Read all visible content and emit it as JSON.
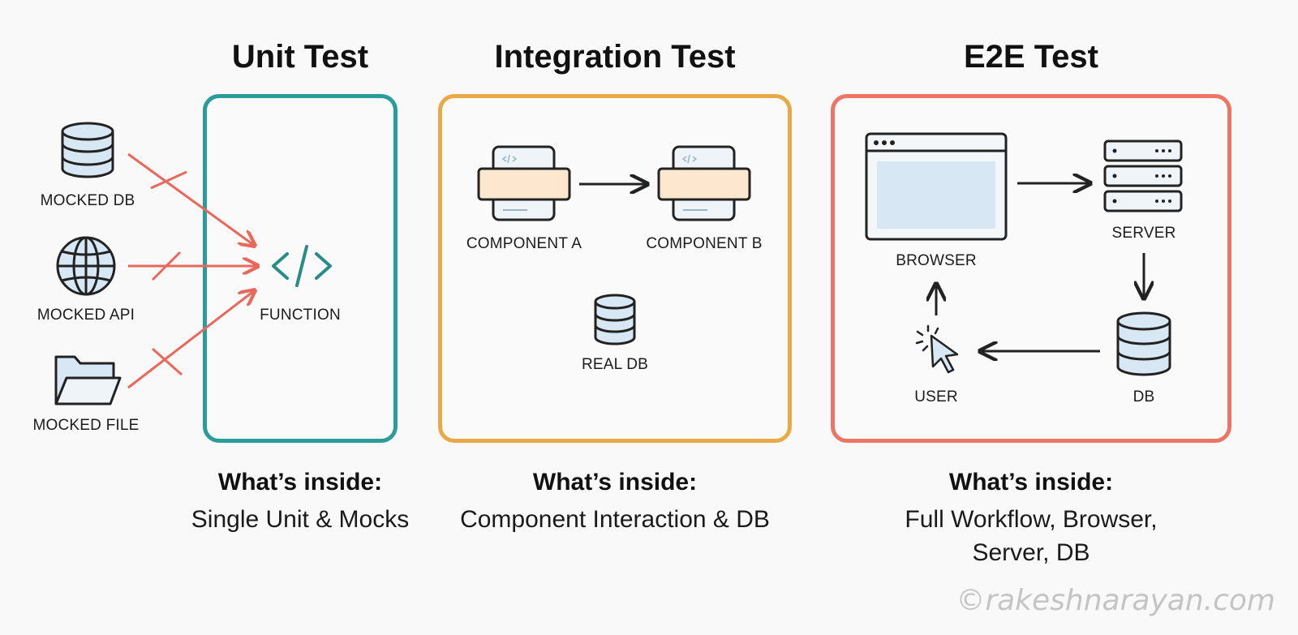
{
  "colors": {
    "unit": "#2a9d9b",
    "integration": "#e8aa47",
    "e2e": "#ec7565",
    "mock_arrow": "#e8685c",
    "icon_fill": "#d7e7f3",
    "component_fill": "#fde8cf"
  },
  "unit": {
    "title": "Unit Test",
    "function_label": "FUNCTION",
    "mocks": [
      {
        "label": "MOCKED DB",
        "icon": "database-icon"
      },
      {
        "label": "MOCKED API",
        "icon": "globe-icon"
      },
      {
        "label": "MOCKED FILE",
        "icon": "folder-icon"
      }
    ],
    "caption_head": "What’s inside:",
    "caption_body": "Single Unit & Mocks"
  },
  "integration": {
    "title": "Integration Test",
    "component_a": "COMPONENT A",
    "component_b": "COMPONENT B",
    "real_db": "REAL DB",
    "caption_head": "What’s inside:",
    "caption_body": "Component Interaction & DB"
  },
  "e2e": {
    "title": "E2E Test",
    "browser": "BROWSER",
    "server": "SERVER",
    "db": "DB",
    "user": "USER",
    "caption_head": "What’s inside:",
    "caption_body_line1": "Full Workflow, Browser,",
    "caption_body_line2": "Server, DB"
  },
  "watermark": "©rakeshnarayan.com"
}
